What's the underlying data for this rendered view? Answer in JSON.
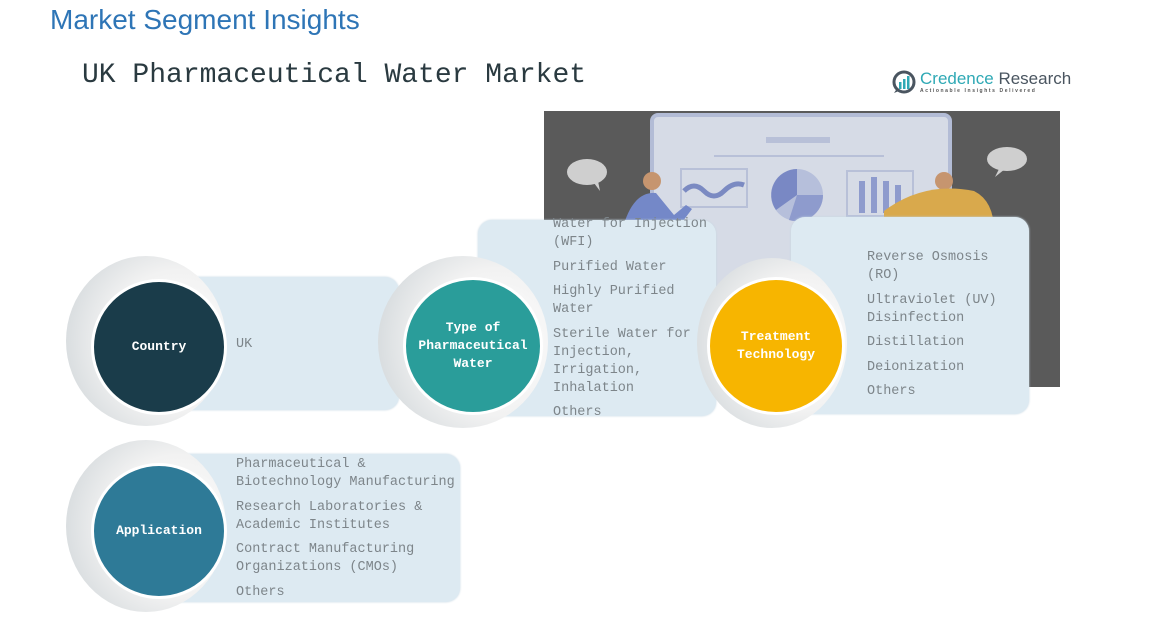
{
  "heading": "Market Segment Insights",
  "subtitle": "UK Pharmaceutical Water Market",
  "logo": {
    "name_part1": "Credence",
    "name_part2": " Research",
    "tagline": "Actionable Insights Delivered",
    "icon": "bar-chart-speech-bubble-icon"
  },
  "illustration": {
    "description": "people-presenting-dashboard-illustration"
  },
  "segments": [
    {
      "label": "Country",
      "color": "#1a3c4a",
      "items": [
        "UK"
      ]
    },
    {
      "label": "Type of Pharmaceutical Water",
      "color": "#2a9d9a",
      "items": [
        "Water for Injection (WFI)",
        "Purified Water",
        "Highly Purified Water",
        "Sterile Water for Injection, Irrigation, Inhalation",
        "Others"
      ]
    },
    {
      "label": "Treatment Technology",
      "color": "#f7b500",
      "items": [
        "Reverse Osmosis (RO)",
        "Ultraviolet (UV) Disinfection",
        "Distillation",
        "Deionization",
        "Others"
      ]
    },
    {
      "label": "Application",
      "color": "#2e7a97",
      "items": [
        "Pharmaceutical & Biotechnology Manufacturing",
        "Research Laboratories & Academic Institutes",
        "Contract Manufacturing Organizations (CMOs)",
        "Others"
      ]
    }
  ]
}
